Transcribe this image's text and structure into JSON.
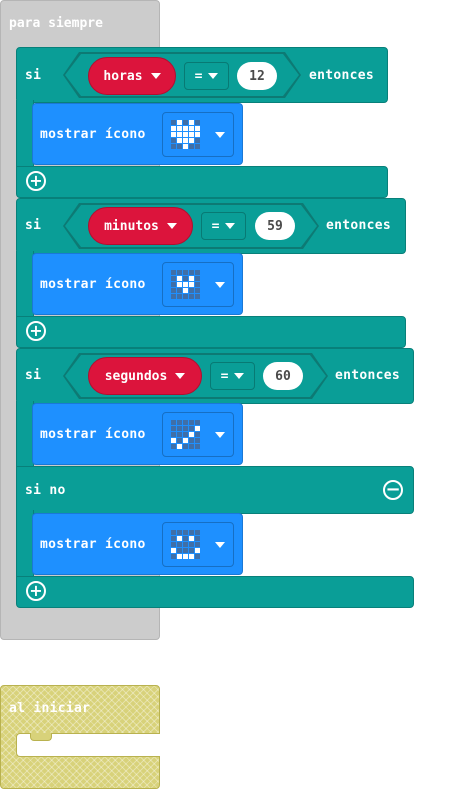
{
  "forever": {
    "label": "para siempre"
  },
  "on_start": {
    "label": "al iniciar"
  },
  "if1": {
    "if_label": "si",
    "then_label": "entonces",
    "variable": "horas",
    "operator": "=",
    "value": "12",
    "action": {
      "label": "mostrar ícono",
      "icon": "heart",
      "leds": [
        0,
        1,
        0,
        1,
        0,
        1,
        1,
        1,
        1,
        1,
        1,
        1,
        1,
        1,
        1,
        0,
        1,
        1,
        1,
        0,
        0,
        0,
        1,
        0,
        0
      ]
    }
  },
  "if2": {
    "if_label": "si",
    "then_label": "entonces",
    "variable": "minutos",
    "operator": "=",
    "value": "59",
    "action": {
      "label": "mostrar ícono",
      "icon": "small-heart",
      "leds": [
        0,
        0,
        0,
        0,
        0,
        0,
        1,
        0,
        1,
        0,
        0,
        1,
        1,
        1,
        0,
        0,
        0,
        1,
        0,
        0,
        0,
        0,
        0,
        0,
        0
      ]
    }
  },
  "if3": {
    "if_label": "si",
    "then_label": "entonces",
    "else_label": "si no",
    "variable": "segundos",
    "operator": "=",
    "value": "60",
    "action": {
      "label": "mostrar ícono",
      "icon": "yes",
      "leds": [
        0,
        0,
        0,
        0,
        0,
        0,
        0,
        0,
        0,
        1,
        0,
        0,
        0,
        1,
        0,
        1,
        0,
        1,
        0,
        0,
        0,
        1,
        0,
        0,
        0
      ]
    },
    "else_action": {
      "label": "mostrar ícono",
      "icon": "happy",
      "leds": [
        0,
        0,
        0,
        0,
        0,
        0,
        1,
        0,
        1,
        0,
        0,
        0,
        0,
        0,
        0,
        1,
        0,
        0,
        0,
        1,
        0,
        1,
        1,
        1,
        0
      ]
    }
  },
  "colors": {
    "logic": "#0a9e97",
    "variable": "#dc143c",
    "basic": "#1e90ff",
    "loop": "#cccccc",
    "on_start": "#d8d27a"
  }
}
